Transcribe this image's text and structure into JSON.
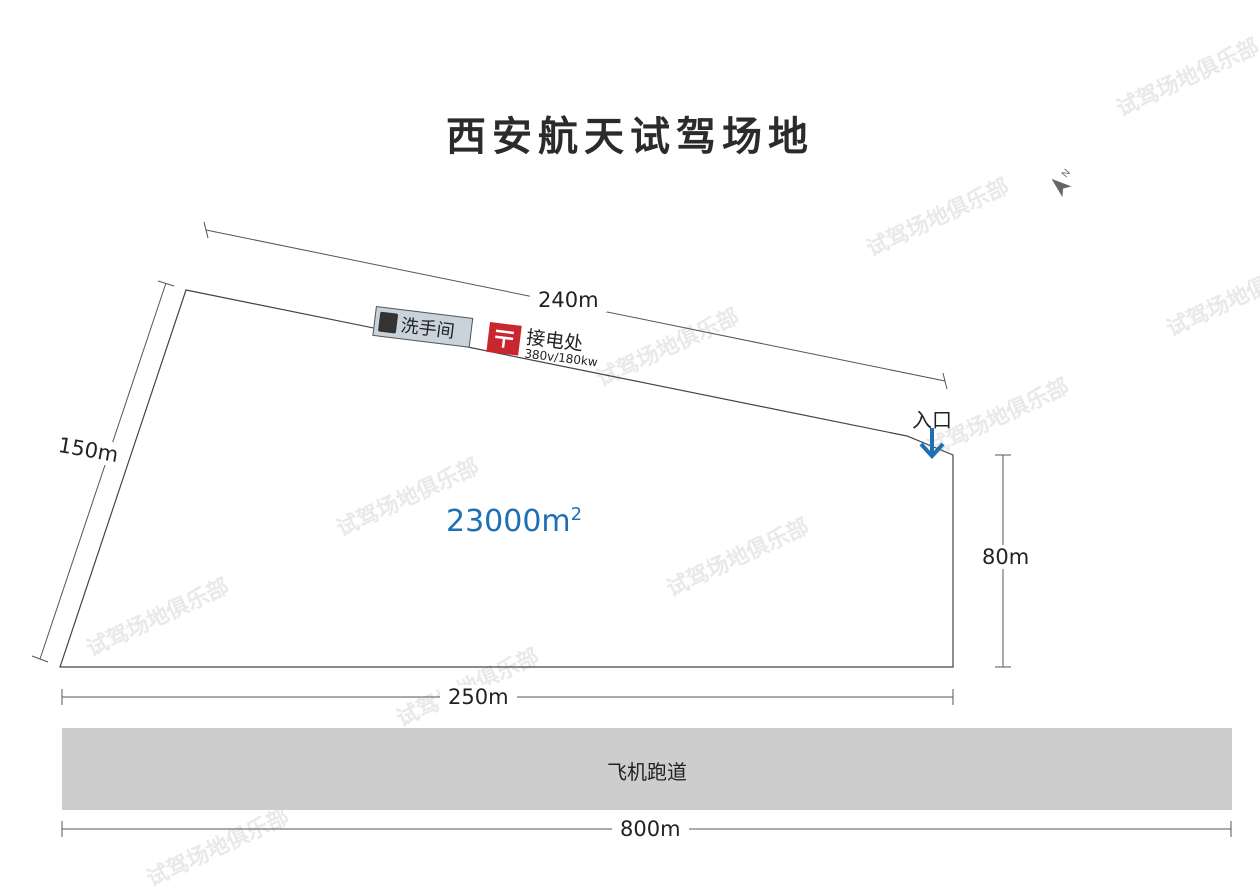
{
  "title": "西安航天试驾场地",
  "dimensions": {
    "top": "240m",
    "left": "150m",
    "bottom": "250m",
    "right": "80m",
    "runway_length": "800m"
  },
  "area": {
    "value": "23000m",
    "unit_sup": "2"
  },
  "facilities": {
    "restroom": "洗手间",
    "power": "接电处",
    "power_spec": "380v/180kw"
  },
  "entrance": "入口",
  "runway": "飞机跑道",
  "compass": "N",
  "watermark": "试驾场地俱乐部",
  "colors": {
    "accent": "#1f6fb5",
    "power": "#c8282d",
    "runway": "#cdcdcd"
  }
}
